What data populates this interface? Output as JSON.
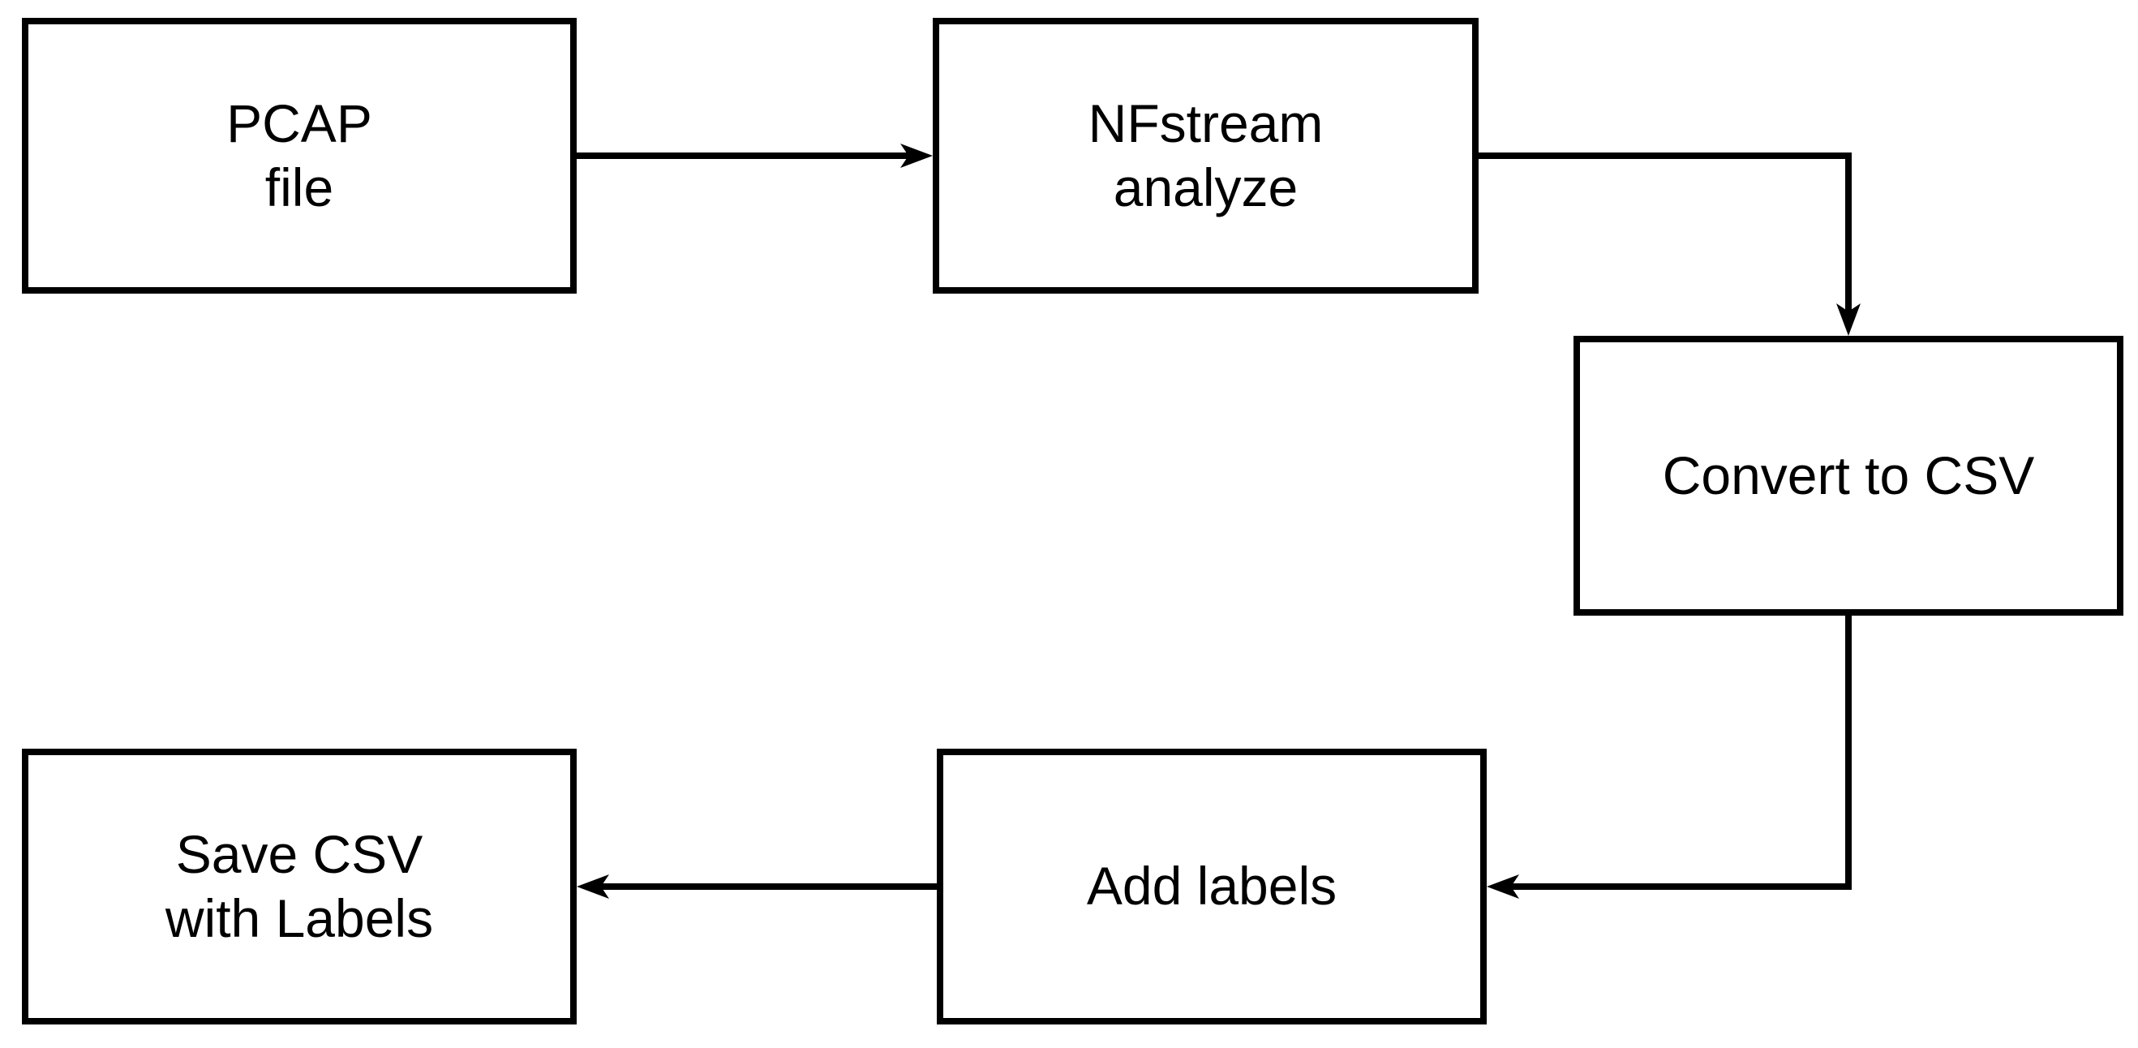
{
  "diagram": {
    "background_color": "#ffffff",
    "line_color": "#000000",
    "text_color": "#000000",
    "nodes": [
      {
        "id": "pcap-file",
        "label": "PCAP\nfile"
      },
      {
        "id": "nfstream-analyze",
        "label": "NFstream\nanalyze"
      },
      {
        "id": "convert-to-csv",
        "label": "Convert to CSV"
      },
      {
        "id": "add-labels",
        "label": "Add labels"
      },
      {
        "id": "save-csv-with-labels",
        "label": "Save CSV\nwith Labels"
      }
    ],
    "edges": [
      {
        "from": "pcap-file",
        "to": "nfstream-analyze",
        "route": "right"
      },
      {
        "from": "nfstream-analyze",
        "to": "convert-to-csv",
        "route": "right-then-down"
      },
      {
        "from": "convert-to-csv",
        "to": "add-labels",
        "route": "down-then-left"
      },
      {
        "from": "add-labels",
        "to": "save-csv-with-labels",
        "route": "left"
      }
    ]
  }
}
